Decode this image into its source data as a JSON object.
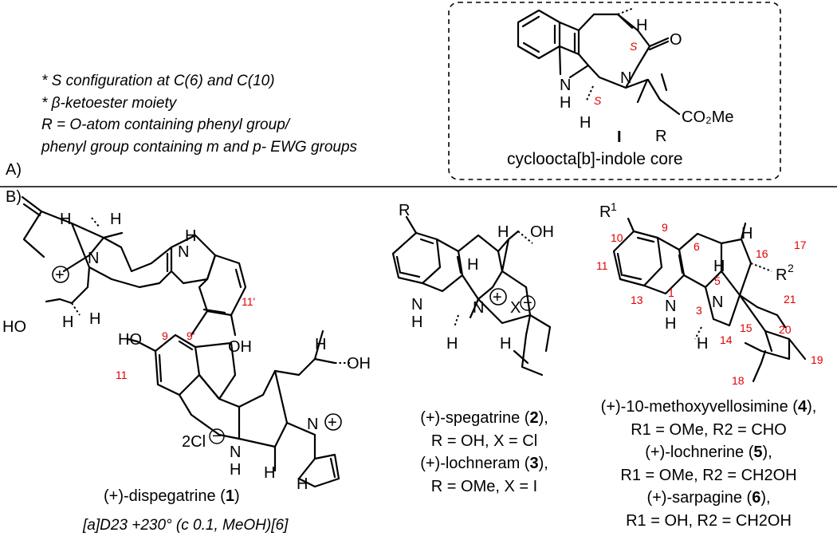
{
  "sectionA": {
    "label": "A)",
    "notes": [
      "* S configuration at C(6) and C(10)",
      "* β-ketoester moiety",
      "R = O-atom containing phenyl group/",
      "phenyl group containing m and p- EWG groups"
    ],
    "core": {
      "atoms": {
        "H_top": "H",
        "O": "O",
        "NH": "N",
        "NH_H": "H",
        "N_bridge": "N",
        "H_bottom": "H",
        "R": "R",
        "CO2Me": "CO₂Me",
        "bold_I": "I"
      },
      "stereo_top": "S",
      "stereo_bottom": "S",
      "caption": "cycloocta[b]-indole core"
    }
  },
  "sectionB": {
    "label": "B)",
    "compound1": {
      "labels": {
        "H1": "H",
        "H2": "H",
        "NH_top": "N",
        "NH_top_H": "H",
        "N_plus": "N",
        "plus": "+",
        "HO_left": "HO",
        "H3": "H",
        "H4": "H",
        "HO_mid": "HO",
        "OH_mid": "OH",
        "OH_right": "OH",
        "H5": "H",
        "N_plus2": "N",
        "plus2": "+",
        "NH_bot": "N",
        "NH_bot_H": "H",
        "H6": "H",
        "H7": "H",
        "two_cl": "2Cl",
        "minus": "−"
      },
      "numbers": {
        "n9": "9",
        "n9p": "9'",
        "n11": "11",
        "n11p": "11'"
      },
      "name_prefix": "(+)-dispegatrine (",
      "name_num": "1",
      "name_suffix": ")",
      "rotation": "[a]D23 +230° (c 0.1, MeOH)[6]"
    },
    "compound2": {
      "labels": {
        "R": "R",
        "H_top": "H",
        "OH": "OH",
        "H_stereo": "H",
        "N_plus": "N",
        "plus": "+",
        "X": "X",
        "minus": "−",
        "NH": "N",
        "NH_H": "H",
        "H_bot": "H",
        "H_bot2": "H"
      },
      "captions": [
        [
          "(+)-spegatrine (",
          "2",
          "),"
        ],
        [
          "R = OH, X = Cl"
        ],
        [
          "(+)-lochneram (",
          "3",
          "),"
        ],
        [
          "R = OMe, X = I"
        ]
      ]
    },
    "compound3": {
      "labels": {
        "R1": "R",
        "sup1": "1",
        "H_top": "H",
        "H_stereo": "H",
        "R2": "R",
        "sup2": "2",
        "N": "N",
        "NH": "N",
        "NH_H": "H",
        "H_bot": "H"
      },
      "numbers": {
        "n10": "10",
        "n9": "9",
        "n6": "6",
        "n17": "17",
        "n16": "16",
        "n11": "11",
        "n5": "5",
        "n21": "21",
        "n13": "13",
        "n1": "1",
        "n3": "3",
        "n15": "15",
        "n20": "20",
        "n14": "14",
        "n19": "19",
        "n18": "18"
      },
      "captions": [
        [
          "(+)-10-methoxyvellosimine (",
          "4",
          "),"
        ],
        [
          "R1 = OMe, R2 = CHO"
        ],
        [
          "(+)-lochnerine (",
          "5",
          "),"
        ],
        [
          "R1 = OMe, R2 = CH2OH"
        ],
        [
          "(+)-sarpagine (",
          "6",
          "),"
        ],
        [
          "R1 = OH, R2 = CH2OH"
        ]
      ]
    }
  }
}
